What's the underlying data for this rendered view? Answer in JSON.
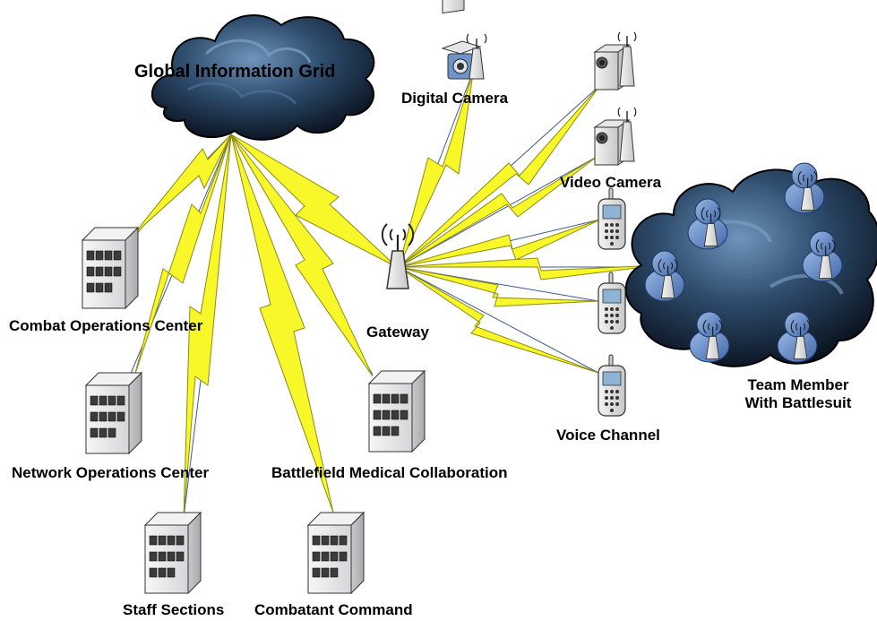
{
  "labels": {
    "gig": "Global Information Grid",
    "digital_camera": "Digital Camera",
    "video_camera": "Video Camera",
    "gateway": "Gateway",
    "combat_ops": "Combat Operations Center",
    "network_ops": "Network Operations Center",
    "staff": "Staff Sections",
    "combatant": "Combatant Command",
    "medical": "Battlefield Medical Collaboration",
    "voice": "Voice Channel",
    "team_line1": "Team Member",
    "team_line2": "With Battlesuit"
  },
  "colors": {
    "bolt": "#f7f72a",
    "bolt_edge": "#8c8c10",
    "link": "#3d5a8a",
    "cloud_dark": "#0d1a2a",
    "cloud_light": "#5f86ad",
    "building": "#e9e9ea",
    "person": "#5b84c7"
  }
}
